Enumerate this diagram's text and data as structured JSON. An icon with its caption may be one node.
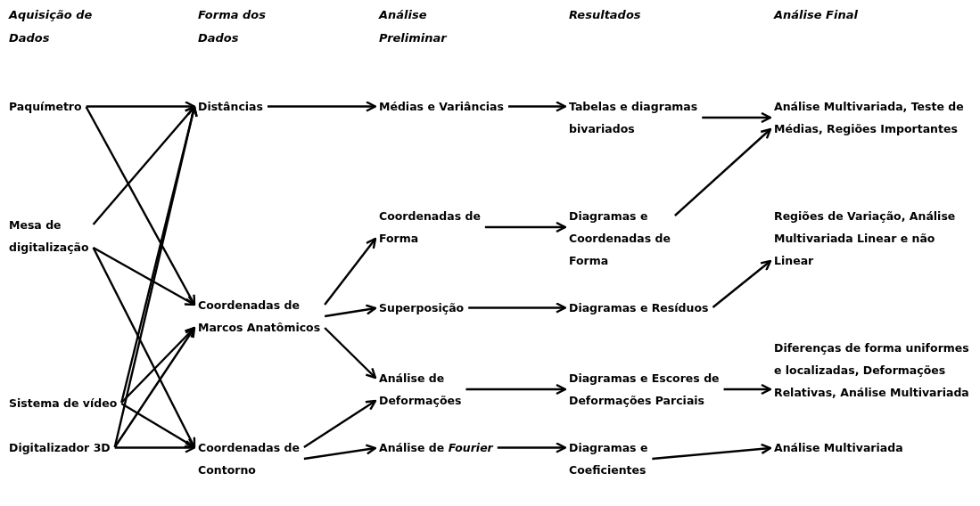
{
  "diagram": {
    "nodes": [
      {
        "text": [
          "Paquímetro"
        ]
      },
      {
        "text": [
          "Mesa de digitalização"
        ]
      },
      {
        "text": [
          "Sistema de vídeo"
        ]
      },
      {
        "text": [
          "Digitalizador 3D"
        ]
      },
      {
        "text": [
          "Distâncias"
        ]
      },
      {
        "text": [
          "Coordenadas de Marcos Anatômicos"
        ]
      },
      {
        "text": [
          "Coordenadas de Contorno"
        ]
      },
      {
        "text": [
          "Médias e Variâncias"
        ]
      },
      {
        "text": [
          "Coordenadas de Forma"
        ]
      },
      {
        "text": [
          "Superposição"
        ]
      },
      {
        "text": [
          "Análise de Deformações"
        ]
      },
      {
        "text": [
          "Análise de *Fourier*"
        ]
      },
      {
        "text": [
          "Tabelas e diagramas bivariados"
        ]
      },
      {
        "text": [
          "Diagramas e Coordenadas de Forma"
        ]
      },
      {
        "text": [
          "Diagramas e Resíduos"
        ]
      },
      {
        "text": [
          "Diagramas e Escores de Deformações Parciais"
        ]
      },
      {
        "text": [
          "Diagramas e Coeficientes"
        ]
      },
      {
        "text": [
          "Análise Multivariada, Teste de Médias, Regiões Importantes"
        ]
      },
      {
        "text": [
          "Regiões de Variação, Análise Multivariada Linear e não Linear"
        ]
      },
      {
        "text": [
          "Diferenças de forma uniformes e localizadas, Deformações Relativas, Análise Multivariada"
        ]
      },
      {
        "text": [
          "Análise Multivariada"
        ]
      }
    ],
    "edges": [
      {
        "from": 0,
        "to": 4,
        "arrow": "to"
      },
      {
        "from": 0,
        "to": 5,
        "arrow": "to"
      },
      {
        "from": 1,
        "to": 4,
        "arrow": "to"
      },
      {
        "from": 1,
        "to": 5,
        "arrow": "to"
      },
      {
        "from": 1,
        "to": 6,
        "arrow": "to"
      },
      {
        "from": 2,
        "to": 4,
        "arrow": "to"
      },
      {
        "from": 2,
        "to": 5,
        "arrow": "to"
      },
      {
        "from": 2,
        "to": 6,
        "arrow": "to"
      },
      {
        "from": 3,
        "to": 4,
        "arrow": "to"
      },
      {
        "from": 3,
        "to": 5,
        "arrow": "to"
      },
      {
        "from": 3,
        "to": 6,
        "arrow": "to"
      },
      {
        "from": 4,
        "to": 7,
        "arrow": "to"
      },
      {
        "from": 5,
        "to": 8,
        "arrow": "to"
      },
      {
        "from": 5,
        "to": 9,
        "arrow": "to"
      },
      {
        "from": 5,
        "to": 10,
        "arrow": "to"
      },
      {
        "from": 6,
        "to": 10,
        "arrow": "to"
      },
      {
        "from": 6,
        "to": 11,
        "arrow": "to"
      },
      {
        "from": 7,
        "to": 12,
        "arrow": "to"
      },
      {
        "from": 8,
        "to": 13,
        "arrow": "to"
      },
      {
        "from": 9,
        "to": 14,
        "arrow": "to"
      },
      {
        "from": 10,
        "to": 15,
        "arrow": "to"
      },
      {
        "from": 11,
        "to": 16,
        "arrow": "to"
      },
      {
        "from": 12,
        "to": 17,
        "arrow": "to"
      },
      {
        "from": 13,
        "to": 17,
        "arrow": "to"
      },
      {
        "from": 14,
        "to": 18,
        "arrow": "to"
      },
      {
        "from": 15,
        "to": 19,
        "arrow": "to"
      },
      {
        "from": 16,
        "to": 20,
        "arrow": "to"
      }
    ],
    "labels": [
      "Aquisição de Dados",
      "Forma dos Dados",
      "Análise Preliminar",
      "Resultados",
      "Análise Final"
    ]
  }
}
